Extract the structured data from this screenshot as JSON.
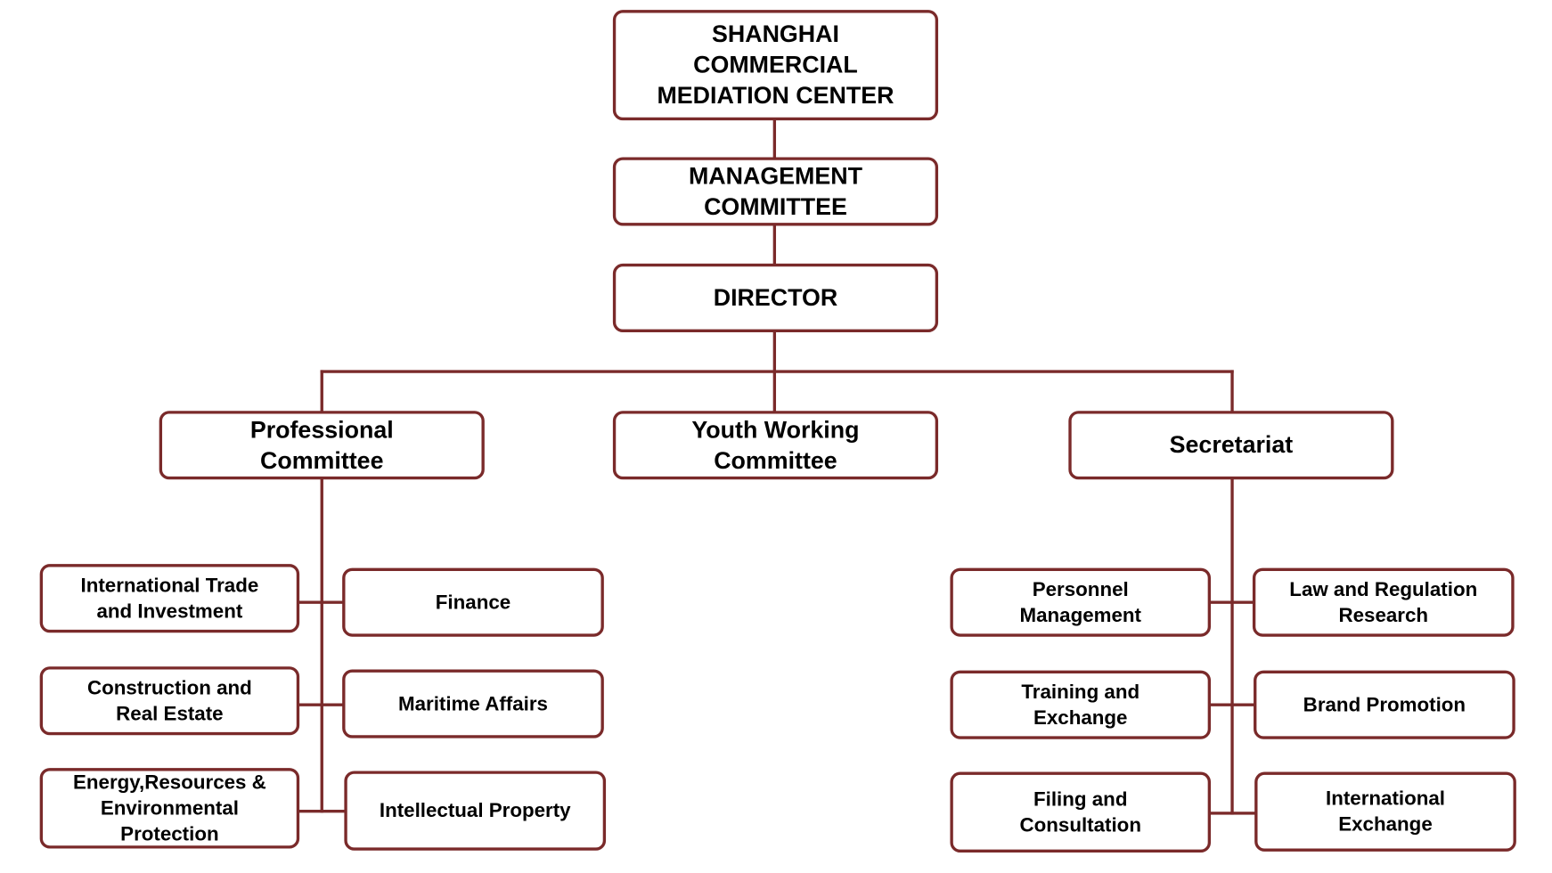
{
  "root": "SHANGHAI\nCOMMERCIAL\nMEDIATION CENTER",
  "management": "MANAGEMENT\nCOMMITTEE",
  "director": "DIRECTOR",
  "divisions": {
    "professional": "Professional\nCommittee",
    "youth": "Youth Working\nCommittee",
    "secretariat": "Secretariat"
  },
  "professional_units": [
    "International Trade\nand Investment",
    "Finance",
    "Construction and\nReal Estate",
    "Maritime Affairs",
    "Energy,Resources &\nEnvironmental\nProtection",
    "Intellectual Property"
  ],
  "secretariat_units": [
    "Personnel\nManagement",
    "Law and Regulation\nResearch",
    "Training and\nExchange",
    "Brand Promotion",
    "Filing and\nConsultation",
    "International\nExchange"
  ],
  "colors": {
    "line": "#7a2a2a"
  }
}
